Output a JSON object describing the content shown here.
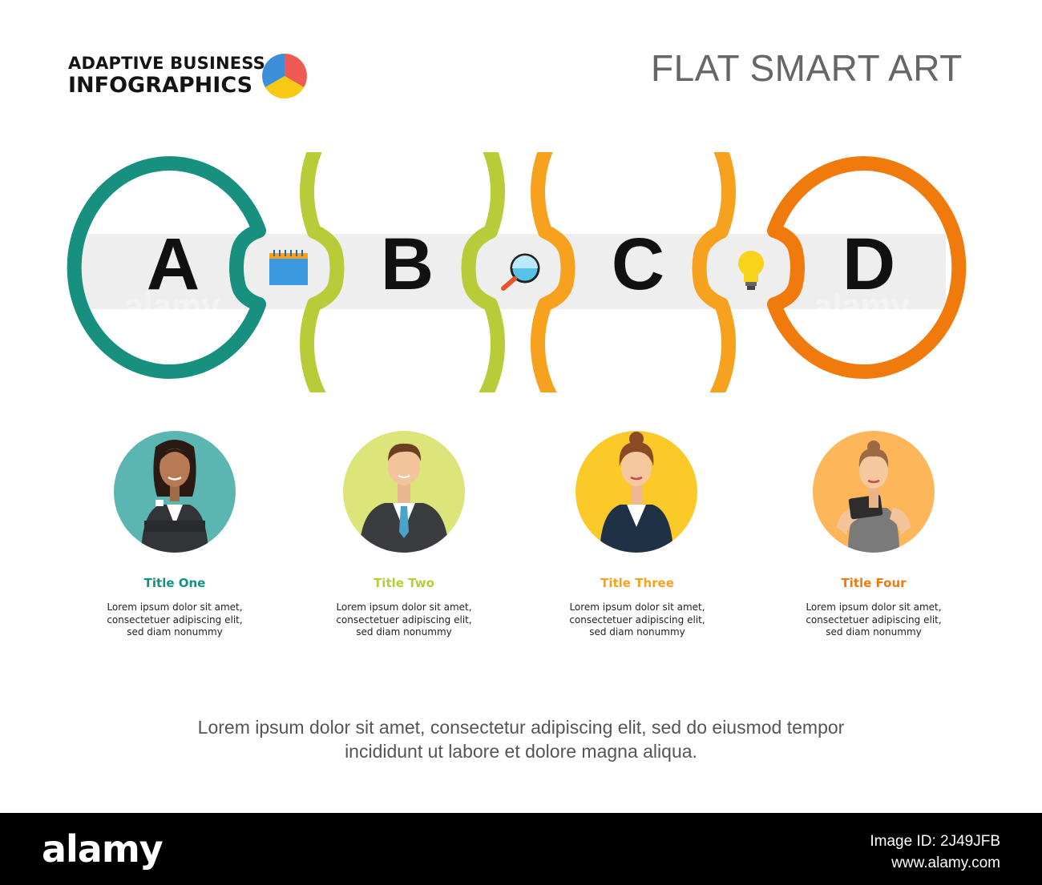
{
  "brand": {
    "line1": "ADAPTIVE BUSINESS",
    "line2": "INFOGRAPHICS"
  },
  "title": "FLAT SMART ART",
  "watermark": "alamy",
  "colors": {
    "teal": "#17907f",
    "lime": "#b7cc38",
    "orange_light": "#f6a21f",
    "orange": "#f07b0c",
    "band": "#eeeeee"
  },
  "stages": [
    {
      "letter": "A",
      "color": "#17907f"
    },
    {
      "letter": "B",
      "color": "#b7cc38"
    },
    {
      "letter": "C",
      "color": "#f6a21f"
    },
    {
      "letter": "D",
      "color": "#f07b0c"
    }
  ],
  "connectors": [
    {
      "icon": "calendar-icon"
    },
    {
      "icon": "magnifier-icon"
    },
    {
      "icon": "lightbulb-icon"
    }
  ],
  "cards": [
    {
      "title": "Title One",
      "title_color": "#17907f",
      "body": "Lorem ipsum dolor sit amet,\nconsectetuer adipiscing elit,\nsed diam nonummy",
      "avatar_bg": "#5bb5b0",
      "avatar": "businesswoman-crossed-arms"
    },
    {
      "title": "Title Two",
      "title_color": "#b7cc38",
      "body": "Lorem ipsum dolor sit amet,\nconsectetuer adipiscing elit,\nsed diam nonummy",
      "avatar_bg": "#dbe57a",
      "avatar": "businessman-suit"
    },
    {
      "title": "Title Three",
      "title_color": "#f6a21f",
      "body": "Lorem ipsum dolor sit amet,\nconsectetuer adipiscing elit,\nsed diam nonummy",
      "avatar_bg": "#fbc928",
      "avatar": "businesswoman-navy-jacket"
    },
    {
      "title": "Title Four",
      "title_color": "#f07b0c",
      "body": "Lorem ipsum dolor sit amet,\nconsectetuer adipiscing elit,\nsed diam nonummy",
      "avatar_bg": "#fdb65a",
      "avatar": "woman-with-tablet"
    }
  ],
  "footer": "Lorem ipsum dolor sit amet, consectetur adipiscing elit, sed do eiusmod tempor\nincididunt ut labore et dolore magna aliqua.",
  "credit": {
    "logo": "alamy",
    "image_id": "Image ID: 2J49JFB",
    "site": "www.alamy.com"
  }
}
